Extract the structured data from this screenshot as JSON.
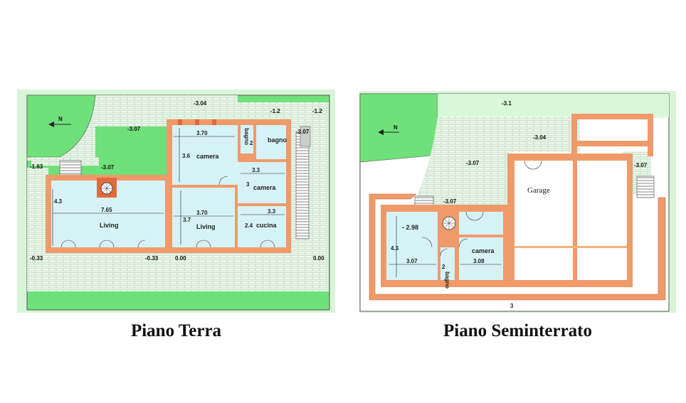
{
  "plans": [
    {
      "caption": "Piano Terra",
      "north": "N",
      "labels": {
        "elev_top_mid": "-3.04",
        "elev_top_left": "-3.07",
        "elev_top_r1": "-1.2",
        "elev_top_r2": "-1.2",
        "elev_right": "-3.07",
        "elev_left_upper": "-1.63",
        "elev_left_mid": "-3.07",
        "elev_bottom_left": "-0.33",
        "elev_bottom_mid": "-0.33",
        "elev_bottom_mid2": "0.00",
        "elev_bottom_right": "0.00",
        "dim_camera_w": "3.70",
        "dim_camera_h": "3.6",
        "room_camera1": "camera",
        "room_bagno1": "bagno",
        "dim_bagno1": "2",
        "room_bagno2": "bagno",
        "dim_camera2_w": "3.3",
        "dim_camera2_h": "3",
        "room_camera2": "camera",
        "dim_living1_w": "7.65",
        "dim_living1_h": "4.3",
        "room_living1": "Living",
        "dim_living2_w": "3.70",
        "dim_living2_h": "3.7",
        "room_living2": "Living",
        "dim_cucina_w": "3.3",
        "dim_cucina_h": "2.4",
        "room_cucina": "cucina"
      }
    },
    {
      "caption": "Piano Seminterrato",
      "north": "N",
      "labels": {
        "elev_top": "-3.1",
        "elev_mid": "-3.04",
        "elev_left": "-3.07",
        "elev_right": "-3.07",
        "elev_lower": "-3.07",
        "elev_room": "- 2.98",
        "room_garage": "Garage",
        "dim_h": "4.3",
        "dim_w1": "3.07",
        "dim_bagno": "2",
        "room_bagno": "bagno",
        "room_camera": "camera",
        "dim_w2": "3.08",
        "dim_bottom": "3"
      }
    }
  ]
}
